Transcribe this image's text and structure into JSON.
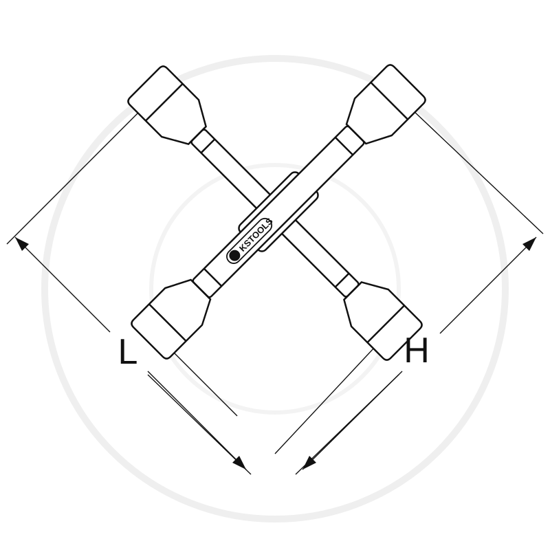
{
  "logo_text": "KSTOOLS",
  "dimension_labels": {
    "length": "L",
    "height": "H"
  },
  "colors": {
    "stroke": "#111111",
    "fill": "#ffffff",
    "watermark": "#ececec"
  },
  "icons": [
    "four-way-lug-wrench",
    "ks-tools-logo",
    "dimension-arrow"
  ]
}
